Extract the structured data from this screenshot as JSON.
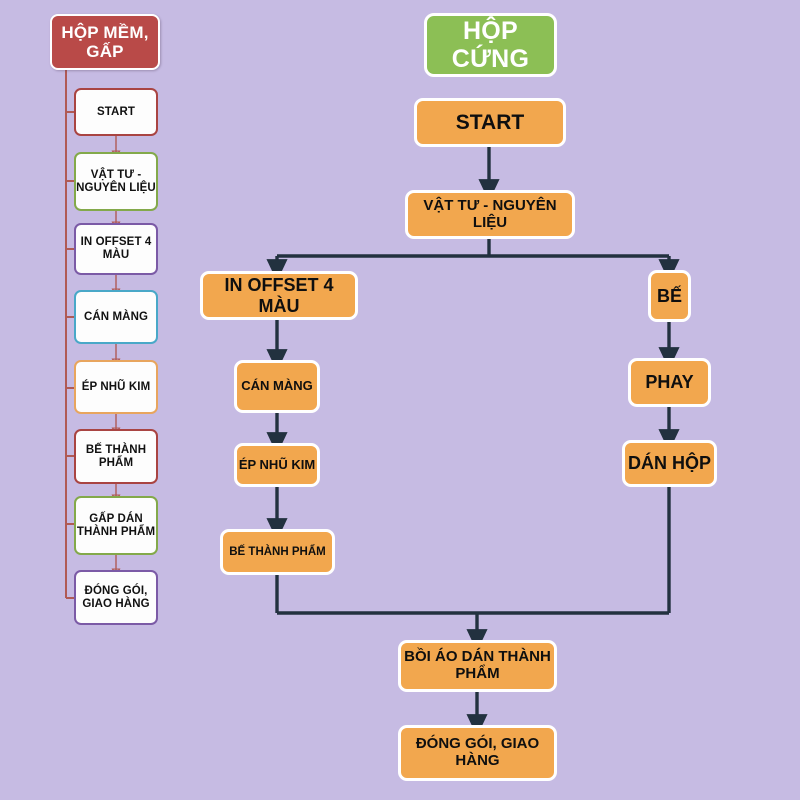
{
  "diagram": {
    "title_soft": "HỘP MỀM, GẤP",
    "title_hard": "HỘP CỨNG",
    "background_color": "#c6bbe3",
    "accent_red": "#b94a48",
    "accent_green": "#8cbf55",
    "accent_orange": "#f2a74e",
    "edge_color": "#22313f"
  },
  "soft_flow": {
    "header": "HỘP MỀM, GẤP",
    "steps": [
      {
        "label": "START",
        "border": "#a94442"
      },
      {
        "label": "VẬT TƯ - NGUYÊN LIỆU",
        "border": "#83a94a"
      },
      {
        "label": "IN OFFSET 4 MÀU",
        "border": "#7b5aa6"
      },
      {
        "label": "CÁN MÀNG",
        "border": "#49a8c8"
      },
      {
        "label": "ÉP NHŨ KIM",
        "border": "#e8a55e"
      },
      {
        "label": "BẾ THÀNH PHẨM",
        "border": "#a94442"
      },
      {
        "label": "GẤP DÁN THÀNH PHẨM",
        "border": "#83a94a"
      },
      {
        "label": "ĐÓNG GÓI, GIAO HÀNG",
        "border": "#7b5aa6"
      }
    ]
  },
  "hard_flow": {
    "header": "HỘP CỨNG",
    "start": "START",
    "materials": "VẬT TƯ - NGUYÊN LIỆU",
    "branch_left": [
      "IN OFFSET 4 MÀU",
      "CÁN MÀNG",
      "ÉP NHŨ KIM",
      "BẾ THÀNH PHẨM"
    ],
    "branch_right": [
      "BẾ",
      "PHAY",
      "DÁN HỘP"
    ],
    "merge": "BỒI ÁO DÁN THÀNH PHẨM",
    "final": "ĐÓNG GÓI, GIAO HÀNG"
  }
}
